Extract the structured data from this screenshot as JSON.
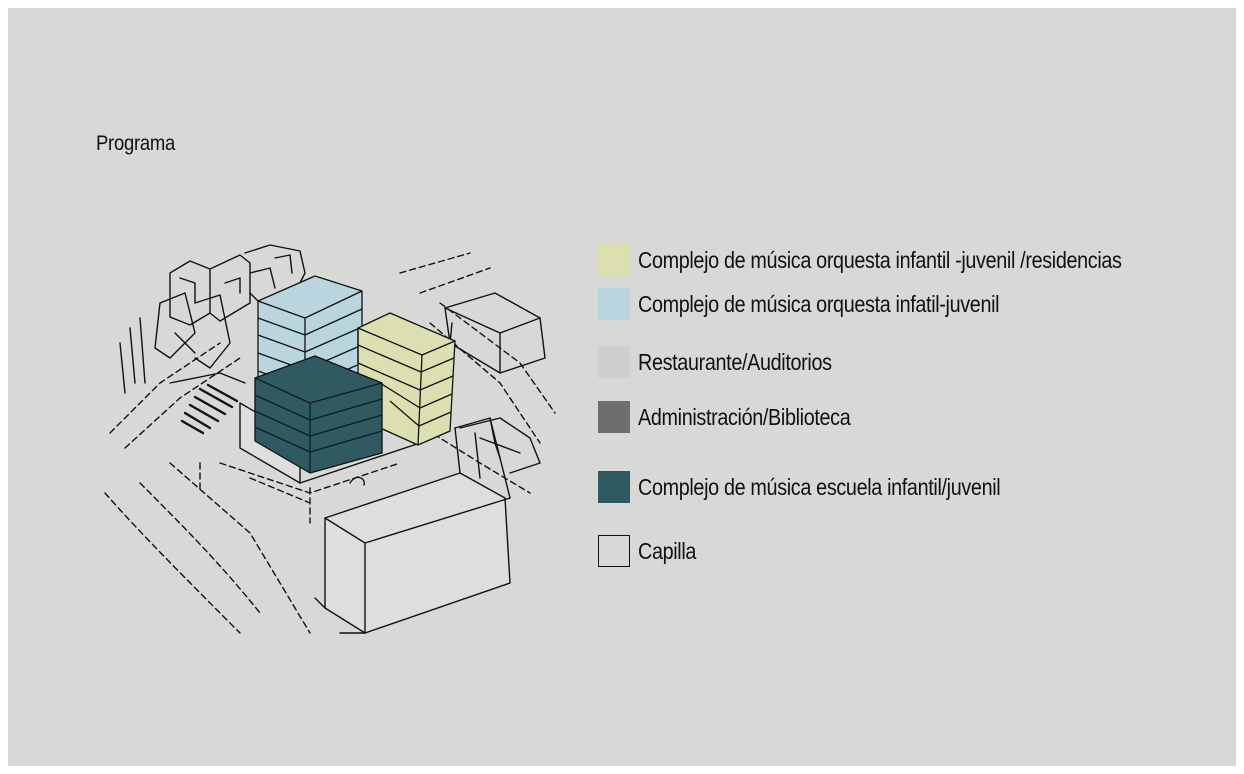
{
  "title": "Programa",
  "legend": {
    "items": [
      {
        "label": "Complejo de música orquesta infantil -juvenil /residencias",
        "color": "#dcdfb0",
        "outlined": false
      },
      {
        "label": "Complejo de música orquesta infatil-juvenil",
        "color": "#b9d6de",
        "outlined": false
      },
      {
        "label": "Restaurante/Auditorios",
        "color": "#cfcfcd",
        "outlined": false
      },
      {
        "label": "Administración/Biblioteca",
        "color": "#6e6e6e",
        "outlined": false
      },
      {
        "label": "Complejo de música escuela infantil/juvenil",
        "color": "#2f5a62",
        "outlined": false
      },
      {
        "label": "Capilla",
        "color": "#d8d8d6",
        "outlined": true
      }
    ]
  },
  "colors": {
    "background": "#d8d8d6",
    "residencias_block": "#dcdfb0",
    "orquesta_block": "#b9d6de",
    "escuela_block": "#2f5a62",
    "line": "#111111"
  }
}
